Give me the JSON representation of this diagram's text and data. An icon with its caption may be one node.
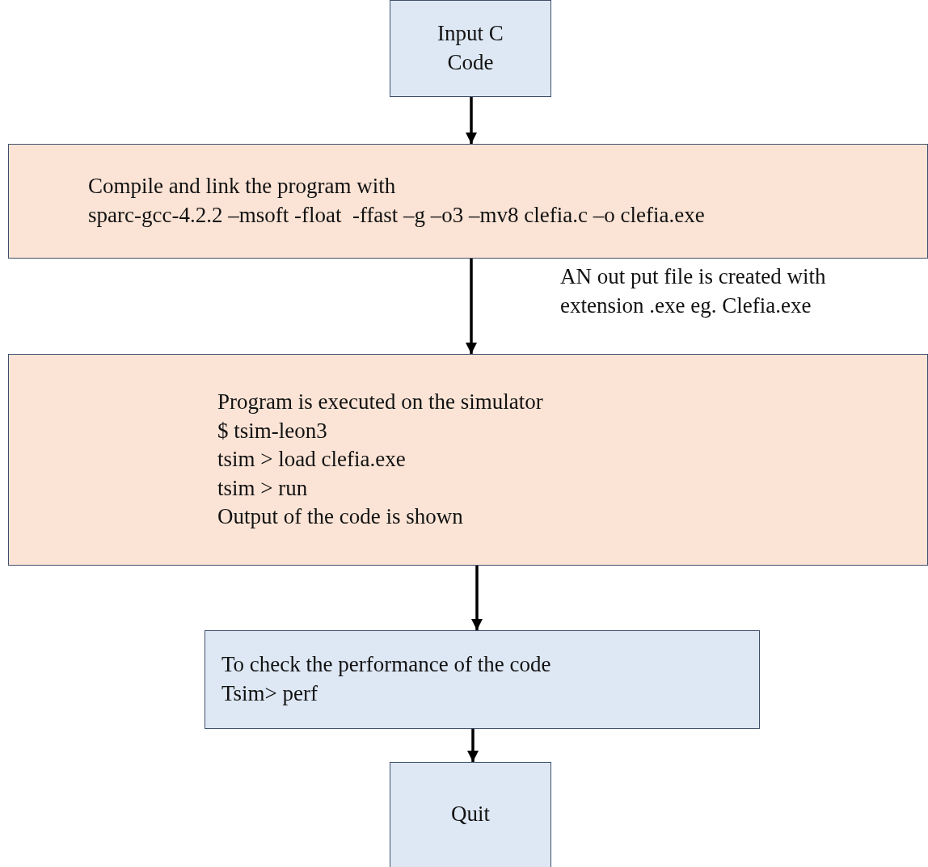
{
  "diagram": {
    "nodes": [
      {
        "text": [
          "Input C Code"
        ]
      },
      {
        "text": [
          "Compile and link the program with",
          "sparc-gcc-4.2.2 –msoft -float  -ffast –g –o3 –mv8 clefia.c –o clefia.exe"
        ]
      },
      {
        "text": [
          "Program is executed on the simulator",
          "$ tsim-leon3",
          "tsim > load clefia.exe",
          "tsim > run",
          "Output of the code is shown"
        ]
      },
      {
        "text": [
          "To check the performance of the code",
          "Tsim> perf"
        ]
      },
      {
        "text": [
          "Quit"
        ]
      }
    ],
    "edges": [
      {
        "from": 0,
        "to": 1,
        "arrow": "to"
      },
      {
        "from": 1,
        "to": 2,
        "arrow": "to"
      },
      {
        "from": 2,
        "to": 3,
        "arrow": "to"
      },
      {
        "from": 3,
        "to": 4,
        "arrow": "to"
      }
    ],
    "labels": [
      "AN out put file is created with extension .exe eg. Clefia.exe"
    ]
  }
}
